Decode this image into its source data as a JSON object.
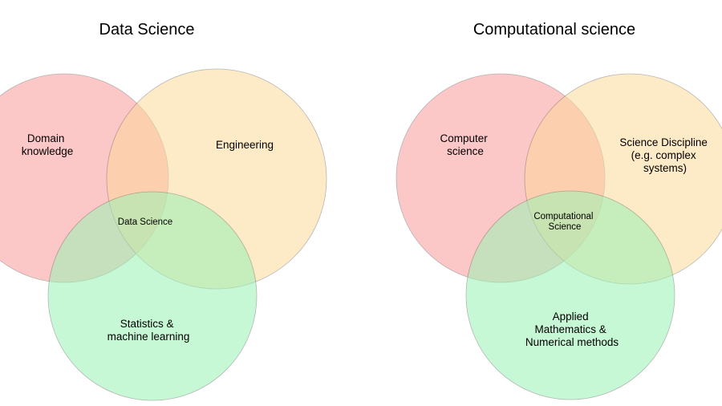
{
  "diagrams": [
    {
      "title": "Data Science",
      "sets": [
        {
          "lines": [
            "Domain",
            "knowledge"
          ],
          "color": "#fb9a9a"
        },
        {
          "lines": [
            "Engineering"
          ],
          "color": "#fcd99a"
        },
        {
          "lines": [
            "Statistics &",
            "machine learning"
          ],
          "color": "#9af3b4"
        }
      ],
      "center_lines": [
        "Data Science"
      ]
    },
    {
      "title": "Computational science",
      "sets": [
        {
          "lines": [
            "Computer",
            "science"
          ],
          "color": "#fb9a9a"
        },
        {
          "lines": [
            "Science Discipline",
            "(e.g. complex",
            "systems)"
          ],
          "color": "#fcd99a"
        },
        {
          "lines": [
            "Applied",
            "Mathematics &",
            "Numerical methods"
          ],
          "color": "#9af3b4"
        }
      ],
      "center_lines": [
        "Computational",
        "Science"
      ]
    }
  ]
}
